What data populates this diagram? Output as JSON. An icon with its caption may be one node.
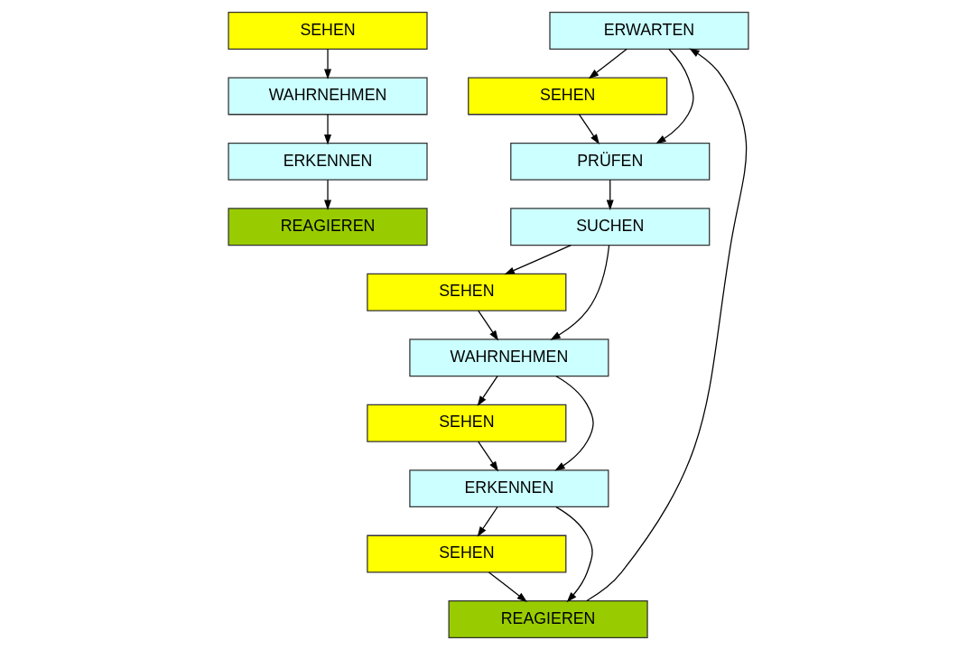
{
  "diagram": {
    "nodes": [
      {
        "text": [
          "SEHEN"
        ]
      },
      {
        "text": [
          "WAHRNEHMEN"
        ]
      },
      {
        "text": [
          "ERKENNEN"
        ]
      },
      {
        "text": [
          "REAGIEREN"
        ]
      },
      {
        "text": [
          "ERWARTEN"
        ]
      },
      {
        "text": [
          "SEHEN"
        ]
      },
      {
        "text": [
          "PRÜFEN"
        ]
      },
      {
        "text": [
          "SUCHEN"
        ]
      },
      {
        "text": [
          "SEHEN"
        ]
      },
      {
        "text": [
          "WAHRNEHMEN"
        ]
      },
      {
        "text": [
          "SEHEN"
        ]
      },
      {
        "text": [
          "ERKENNEN"
        ]
      },
      {
        "text": [
          "SEHEN"
        ]
      },
      {
        "text": [
          "REAGIEREN"
        ]
      }
    ],
    "edges": [
      {
        "from": 0,
        "to": 1,
        "arrow": "to"
      },
      {
        "from": 1,
        "to": 2,
        "arrow": "to"
      },
      {
        "from": 2,
        "to": 3,
        "arrow": "to"
      },
      {
        "from": 4,
        "to": 5,
        "arrow": "to"
      },
      {
        "from": 4,
        "to": 6,
        "arrow": "to"
      },
      {
        "from": 5,
        "to": 6,
        "arrow": "to"
      },
      {
        "from": 6,
        "to": 7,
        "arrow": "to"
      },
      {
        "from": 7,
        "to": 8,
        "arrow": "to"
      },
      {
        "from": 7,
        "to": 9,
        "arrow": "to"
      },
      {
        "from": 8,
        "to": 9,
        "arrow": "to"
      },
      {
        "from": 9,
        "to": 10,
        "arrow": "to"
      },
      {
        "from": 9,
        "to": 11,
        "arrow": "to"
      },
      {
        "from": 10,
        "to": 11,
        "arrow": "to"
      },
      {
        "from": 11,
        "to": 12,
        "arrow": "to"
      },
      {
        "from": 11,
        "to": 13,
        "arrow": "to"
      },
      {
        "from": 12,
        "to": 13,
        "arrow": "to"
      },
      {
        "from": 13,
        "to": 4,
        "arrow": "to"
      }
    ]
  }
}
